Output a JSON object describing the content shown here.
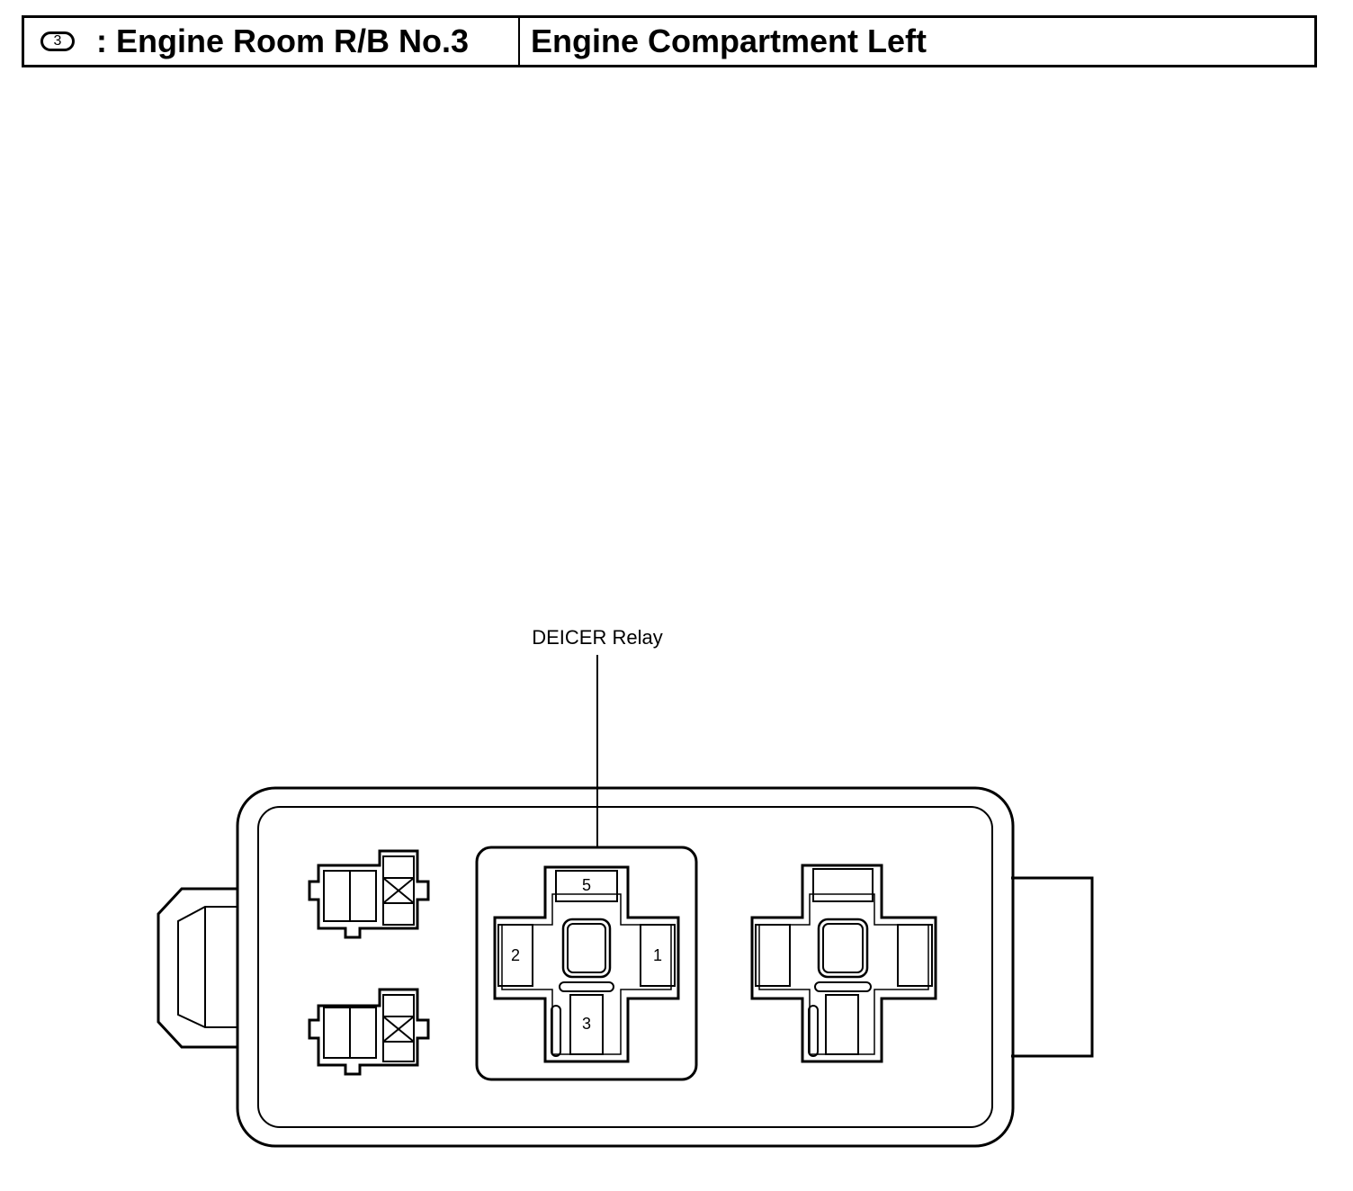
{
  "header": {
    "badge": "3",
    "title": ": Engine Room R/B No.3",
    "location": "Engine Compartment Left"
  },
  "diagram": {
    "callout": "DEICER Relay",
    "relay_terminals": {
      "top": "5",
      "left": "2",
      "right": "1",
      "bottom": "3"
    }
  }
}
